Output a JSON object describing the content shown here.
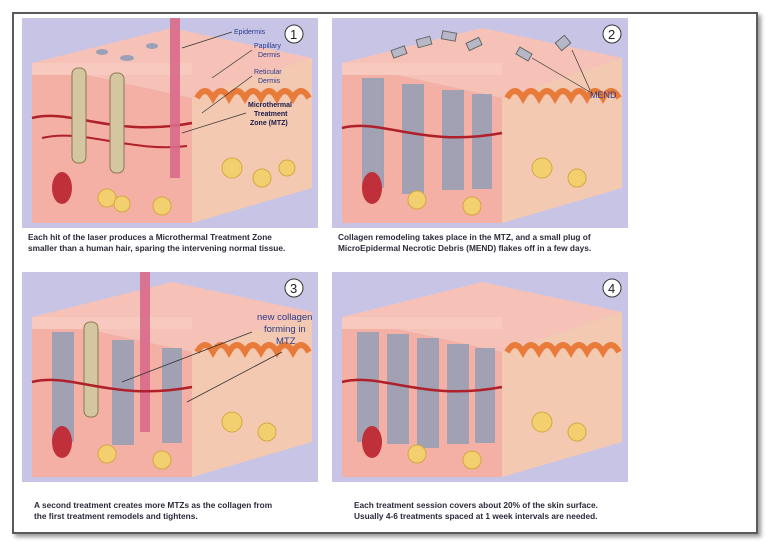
{
  "panels": [
    {
      "number": "1",
      "labels": {
        "epidermis": "Epidermis",
        "papillary1": "Papillary",
        "papillary2": "Dermis",
        "reticular1": "Reticular",
        "reticular2": "Dermis",
        "mtz1": "Microthermal",
        "mtz2": "Treatment",
        "mtz3": "Zone (MTZ)"
      },
      "caption_line1": "Each hit of the laser produces a Microthermal Treatment Zone",
      "caption_line2": "smaller than a human hair, sparing the intervening normal tissue."
    },
    {
      "number": "2",
      "labels": {
        "mend": "MEND"
      },
      "caption_line1": "Collagen remodeling takes place in the MTZ, and a small plug of",
      "caption_line2": "MicroEpidermal Necrotic Debris (MEND) flakes off in a few days."
    },
    {
      "number": "3",
      "labels": {
        "newc1": "new collagen",
        "newc2": "forming in",
        "newc3": "MTZ"
      },
      "caption_line1": "A second treatment creates more MTZs as the collagen from",
      "caption_line2": "the first treatment remodels and tightens."
    },
    {
      "number": "4",
      "labels": {},
      "caption_line1": "Each treatment session covers about 20% of the skin surface.",
      "caption_line2": "Usually 4-6 treatments spaced at 1 week intervals are needed."
    }
  ],
  "colors": {
    "background": "#c8c4e6",
    "skin_top": "#f6c2b8",
    "skin_front": "#f4b0a4",
    "skin_side": "#f3c9b2",
    "papillary": "#e87a3a",
    "column": "#9aa0b6",
    "vessel": "#b0202a",
    "fat": "#f2d070",
    "accent_label": "#2b3a8a"
  }
}
